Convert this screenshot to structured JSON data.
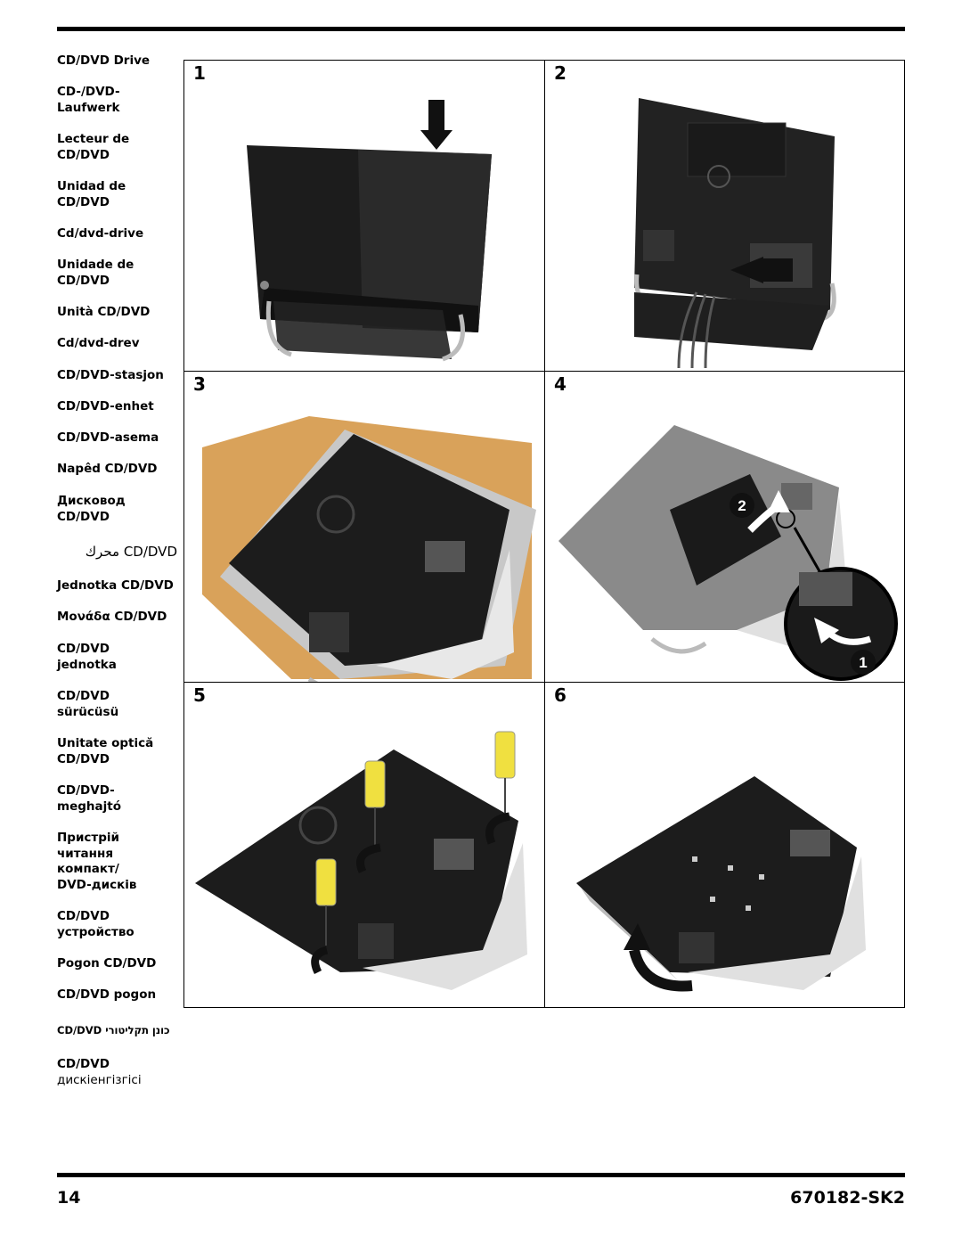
{
  "languages": [
    {
      "line1": "CD/DVD Drive",
      "line2": ""
    },
    {
      "line1": "CD-/DVD-",
      "line2": "Laufwerk"
    },
    {
      "line1": "Lecteur de",
      "line2": "CD/DVD"
    },
    {
      "line1": "Unidad de",
      "line2": "CD/DVD"
    },
    {
      "line1": "Cd/dvd-drive",
      "line2": ""
    },
    {
      "line1": "Unidade de",
      "line2": "CD/DVD"
    },
    {
      "line1": "Unità CD/DVD",
      "line2": ""
    },
    {
      "line1": "Cd/dvd-drev",
      "line2": ""
    },
    {
      "line1": "CD/DVD-stasjon",
      "line2": ""
    },
    {
      "line1": "CD/DVD-enhet",
      "line2": ""
    },
    {
      "line1": "CD/DVD-asema",
      "line2": ""
    },
    {
      "line1": "Napêd CD/DVD",
      "line2": ""
    },
    {
      "line1": "Дисковод",
      "line2": "CD/DVD"
    },
    {
      "line1": "CD/DVD محرك",
      "line2": ""
    },
    {
      "line1": "Jednotka CD/DVD",
      "line2": ""
    },
    {
      "line1": "Μονάδα CD/DVD",
      "line2": ""
    },
    {
      "line1": "CD/DVD",
      "line2": "jednotka"
    },
    {
      "line1": "CD/DVD",
      "line2": "sürücüsü"
    },
    {
      "line1": "Unitate optică",
      "line2": "CD/DVD"
    },
    {
      "line1": "CD/DVD-",
      "line2": "meghajtó"
    },
    {
      "line1": "Пристрій",
      "line2": "читання",
      "line3": "компакт/",
      "line4": "DVD-дисків"
    },
    {
      "line1": "CD/DVD",
      "line2": "устройство"
    },
    {
      "line1": "Pogon CD/DVD",
      "line2": ""
    },
    {
      "line1": "CD/DVD pogon",
      "line2": ""
    },
    {
      "line1": "CD/DVD כונן תקליטורי",
      "line2": ""
    },
    {
      "line1": "CD/DVD",
      "line2": "дискіенгізгісі"
    }
  ],
  "steps": [
    "1",
    "2",
    "3",
    "4",
    "5",
    "6"
  ],
  "callouts": {
    "a": "2",
    "b": "1"
  },
  "footer": {
    "page_number": "14",
    "doc_code": "670182-SK2"
  },
  "colors": {
    "ink": "#000000",
    "screwdriver": "#f0e040",
    "wood": "#d9a25a",
    "device": "#1c1c1c",
    "stand": "#c8c8c8"
  }
}
